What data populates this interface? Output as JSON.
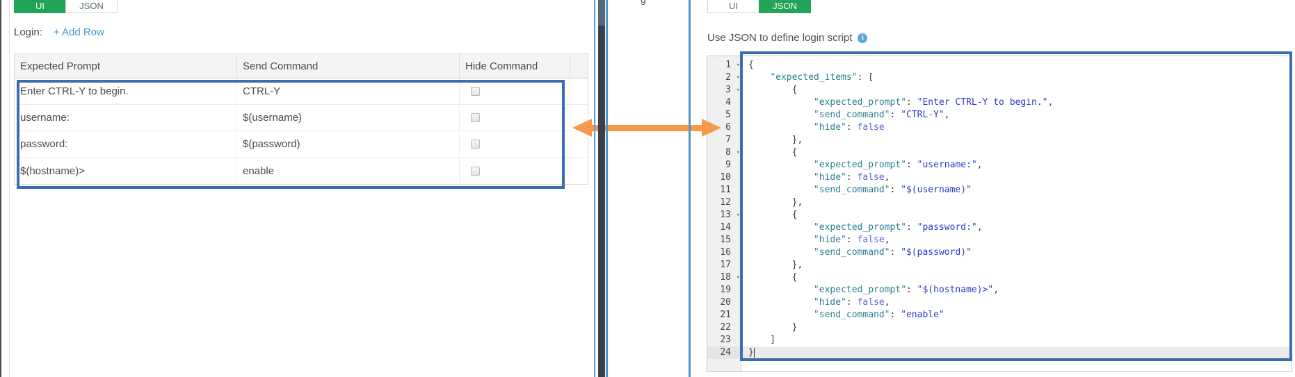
{
  "colors": {
    "accent_green": "#21A457",
    "link_blue": "#3E96D4",
    "highlight_border_blue": "#3A6DB3",
    "arrow_orange": "#F5994A",
    "divider_blue": "#4E96C8",
    "code_key_teal": "#2A7F8F",
    "code_string_blue": "#2B3AC7",
    "code_boolean_purple": "#6060D8"
  },
  "left_panel": {
    "tabs": [
      {
        "label": "UI",
        "selected": true
      },
      {
        "label": "JSON",
        "selected": false
      }
    ],
    "login_label": "Login:",
    "add_row_label": "+ Add Row",
    "table": {
      "columns": [
        "Expected Prompt",
        "Send Command",
        "Hide Command"
      ],
      "rows": [
        {
          "expected_prompt": "Enter CTRL-Y to begin.",
          "send_command": "CTRL-Y",
          "hide": false
        },
        {
          "expected_prompt": "username:",
          "send_command": "$(username)",
          "hide": false
        },
        {
          "expected_prompt": "password:",
          "send_command": "$(password)",
          "hide": false
        },
        {
          "expected_prompt": "$(hostname)>",
          "send_command": "enable",
          "hide": false
        }
      ]
    }
  },
  "divider": {
    "cut_off_text_fragment": "g"
  },
  "right_panel": {
    "tabs": [
      {
        "label": "UI",
        "selected": false
      },
      {
        "label": "JSON",
        "selected": true
      }
    ],
    "description": "Use JSON to define login script",
    "info_icon_glyph": "i",
    "editor": {
      "active_line": 24,
      "lines": [
        {
          "n": 1,
          "fold": true,
          "segs": [
            [
              "p",
              "{"
            ]
          ]
        },
        {
          "n": 2,
          "fold": true,
          "segs": [
            [
              "p",
              "    "
            ],
            [
              "k",
              "\"expected_items\""
            ],
            [
              "p",
              ": ["
            ]
          ]
        },
        {
          "n": 3,
          "fold": true,
          "segs": [
            [
              "p",
              "        {"
            ]
          ]
        },
        {
          "n": 4,
          "segs": [
            [
              "p",
              "            "
            ],
            [
              "k",
              "\"expected_prompt\""
            ],
            [
              "p",
              ": "
            ],
            [
              "s",
              "\"Enter CTRL-Y to begin.\""
            ],
            [
              "p",
              ","
            ]
          ]
        },
        {
          "n": 5,
          "segs": [
            [
              "p",
              "            "
            ],
            [
              "k",
              "\"send_command\""
            ],
            [
              "p",
              ": "
            ],
            [
              "s",
              "\"CTRL-Y\""
            ],
            [
              "p",
              ","
            ]
          ]
        },
        {
          "n": 6,
          "segs": [
            [
              "p",
              "            "
            ],
            [
              "k",
              "\"hide\""
            ],
            [
              "p",
              ": "
            ],
            [
              "b",
              "false"
            ]
          ]
        },
        {
          "n": 7,
          "segs": [
            [
              "p",
              "        },"
            ]
          ]
        },
        {
          "n": 8,
          "fold": true,
          "segs": [
            [
              "p",
              "        {"
            ]
          ]
        },
        {
          "n": 9,
          "segs": [
            [
              "p",
              "            "
            ],
            [
              "k",
              "\"expected_prompt\""
            ],
            [
              "p",
              ": "
            ],
            [
              "s",
              "\"username:\""
            ],
            [
              "p",
              ","
            ]
          ]
        },
        {
          "n": 10,
          "segs": [
            [
              "p",
              "            "
            ],
            [
              "k",
              "\"hide\""
            ],
            [
              "p",
              ": "
            ],
            [
              "b",
              "false"
            ],
            [
              "p",
              ","
            ]
          ]
        },
        {
          "n": 11,
          "segs": [
            [
              "p",
              "            "
            ],
            [
              "k",
              "\"send_command\""
            ],
            [
              "p",
              ": "
            ],
            [
              "s",
              "\"$(username)\""
            ]
          ]
        },
        {
          "n": 12,
          "segs": [
            [
              "p",
              "        },"
            ]
          ]
        },
        {
          "n": 13,
          "fold": true,
          "segs": [
            [
              "p",
              "        {"
            ]
          ]
        },
        {
          "n": 14,
          "segs": [
            [
              "p",
              "            "
            ],
            [
              "k",
              "\"expected_prompt\""
            ],
            [
              "p",
              ": "
            ],
            [
              "s",
              "\"password:\""
            ],
            [
              "p",
              ","
            ]
          ]
        },
        {
          "n": 15,
          "segs": [
            [
              "p",
              "            "
            ],
            [
              "k",
              "\"hide\""
            ],
            [
              "p",
              ": "
            ],
            [
              "b",
              "false"
            ],
            [
              "p",
              ","
            ]
          ]
        },
        {
          "n": 16,
          "segs": [
            [
              "p",
              "            "
            ],
            [
              "k",
              "\"send_command\""
            ],
            [
              "p",
              ": "
            ],
            [
              "s",
              "\"$(password)\""
            ]
          ]
        },
        {
          "n": 17,
          "segs": [
            [
              "p",
              "        },"
            ]
          ]
        },
        {
          "n": 18,
          "fold": true,
          "segs": [
            [
              "p",
              "        {"
            ]
          ]
        },
        {
          "n": 19,
          "segs": [
            [
              "p",
              "            "
            ],
            [
              "k",
              "\"expected_prompt\""
            ],
            [
              "p",
              ": "
            ],
            [
              "s",
              "\"$(hostname)>\""
            ],
            [
              "p",
              ","
            ]
          ]
        },
        {
          "n": 20,
          "segs": [
            [
              "p",
              "            "
            ],
            [
              "k",
              "\"hide\""
            ],
            [
              "p",
              ": "
            ],
            [
              "b",
              "false"
            ],
            [
              "p",
              ","
            ]
          ]
        },
        {
          "n": 21,
          "segs": [
            [
              "p",
              "            "
            ],
            [
              "k",
              "\"send_command\""
            ],
            [
              "p",
              ": "
            ],
            [
              "s",
              "\"enable\""
            ]
          ]
        },
        {
          "n": 22,
          "segs": [
            [
              "p",
              "        }"
            ]
          ]
        },
        {
          "n": 23,
          "segs": [
            [
              "p",
              "    ]"
            ]
          ]
        },
        {
          "n": 24,
          "active": true,
          "cursor": true,
          "segs": [
            [
              "p",
              "}"
            ]
          ]
        }
      ]
    }
  }
}
